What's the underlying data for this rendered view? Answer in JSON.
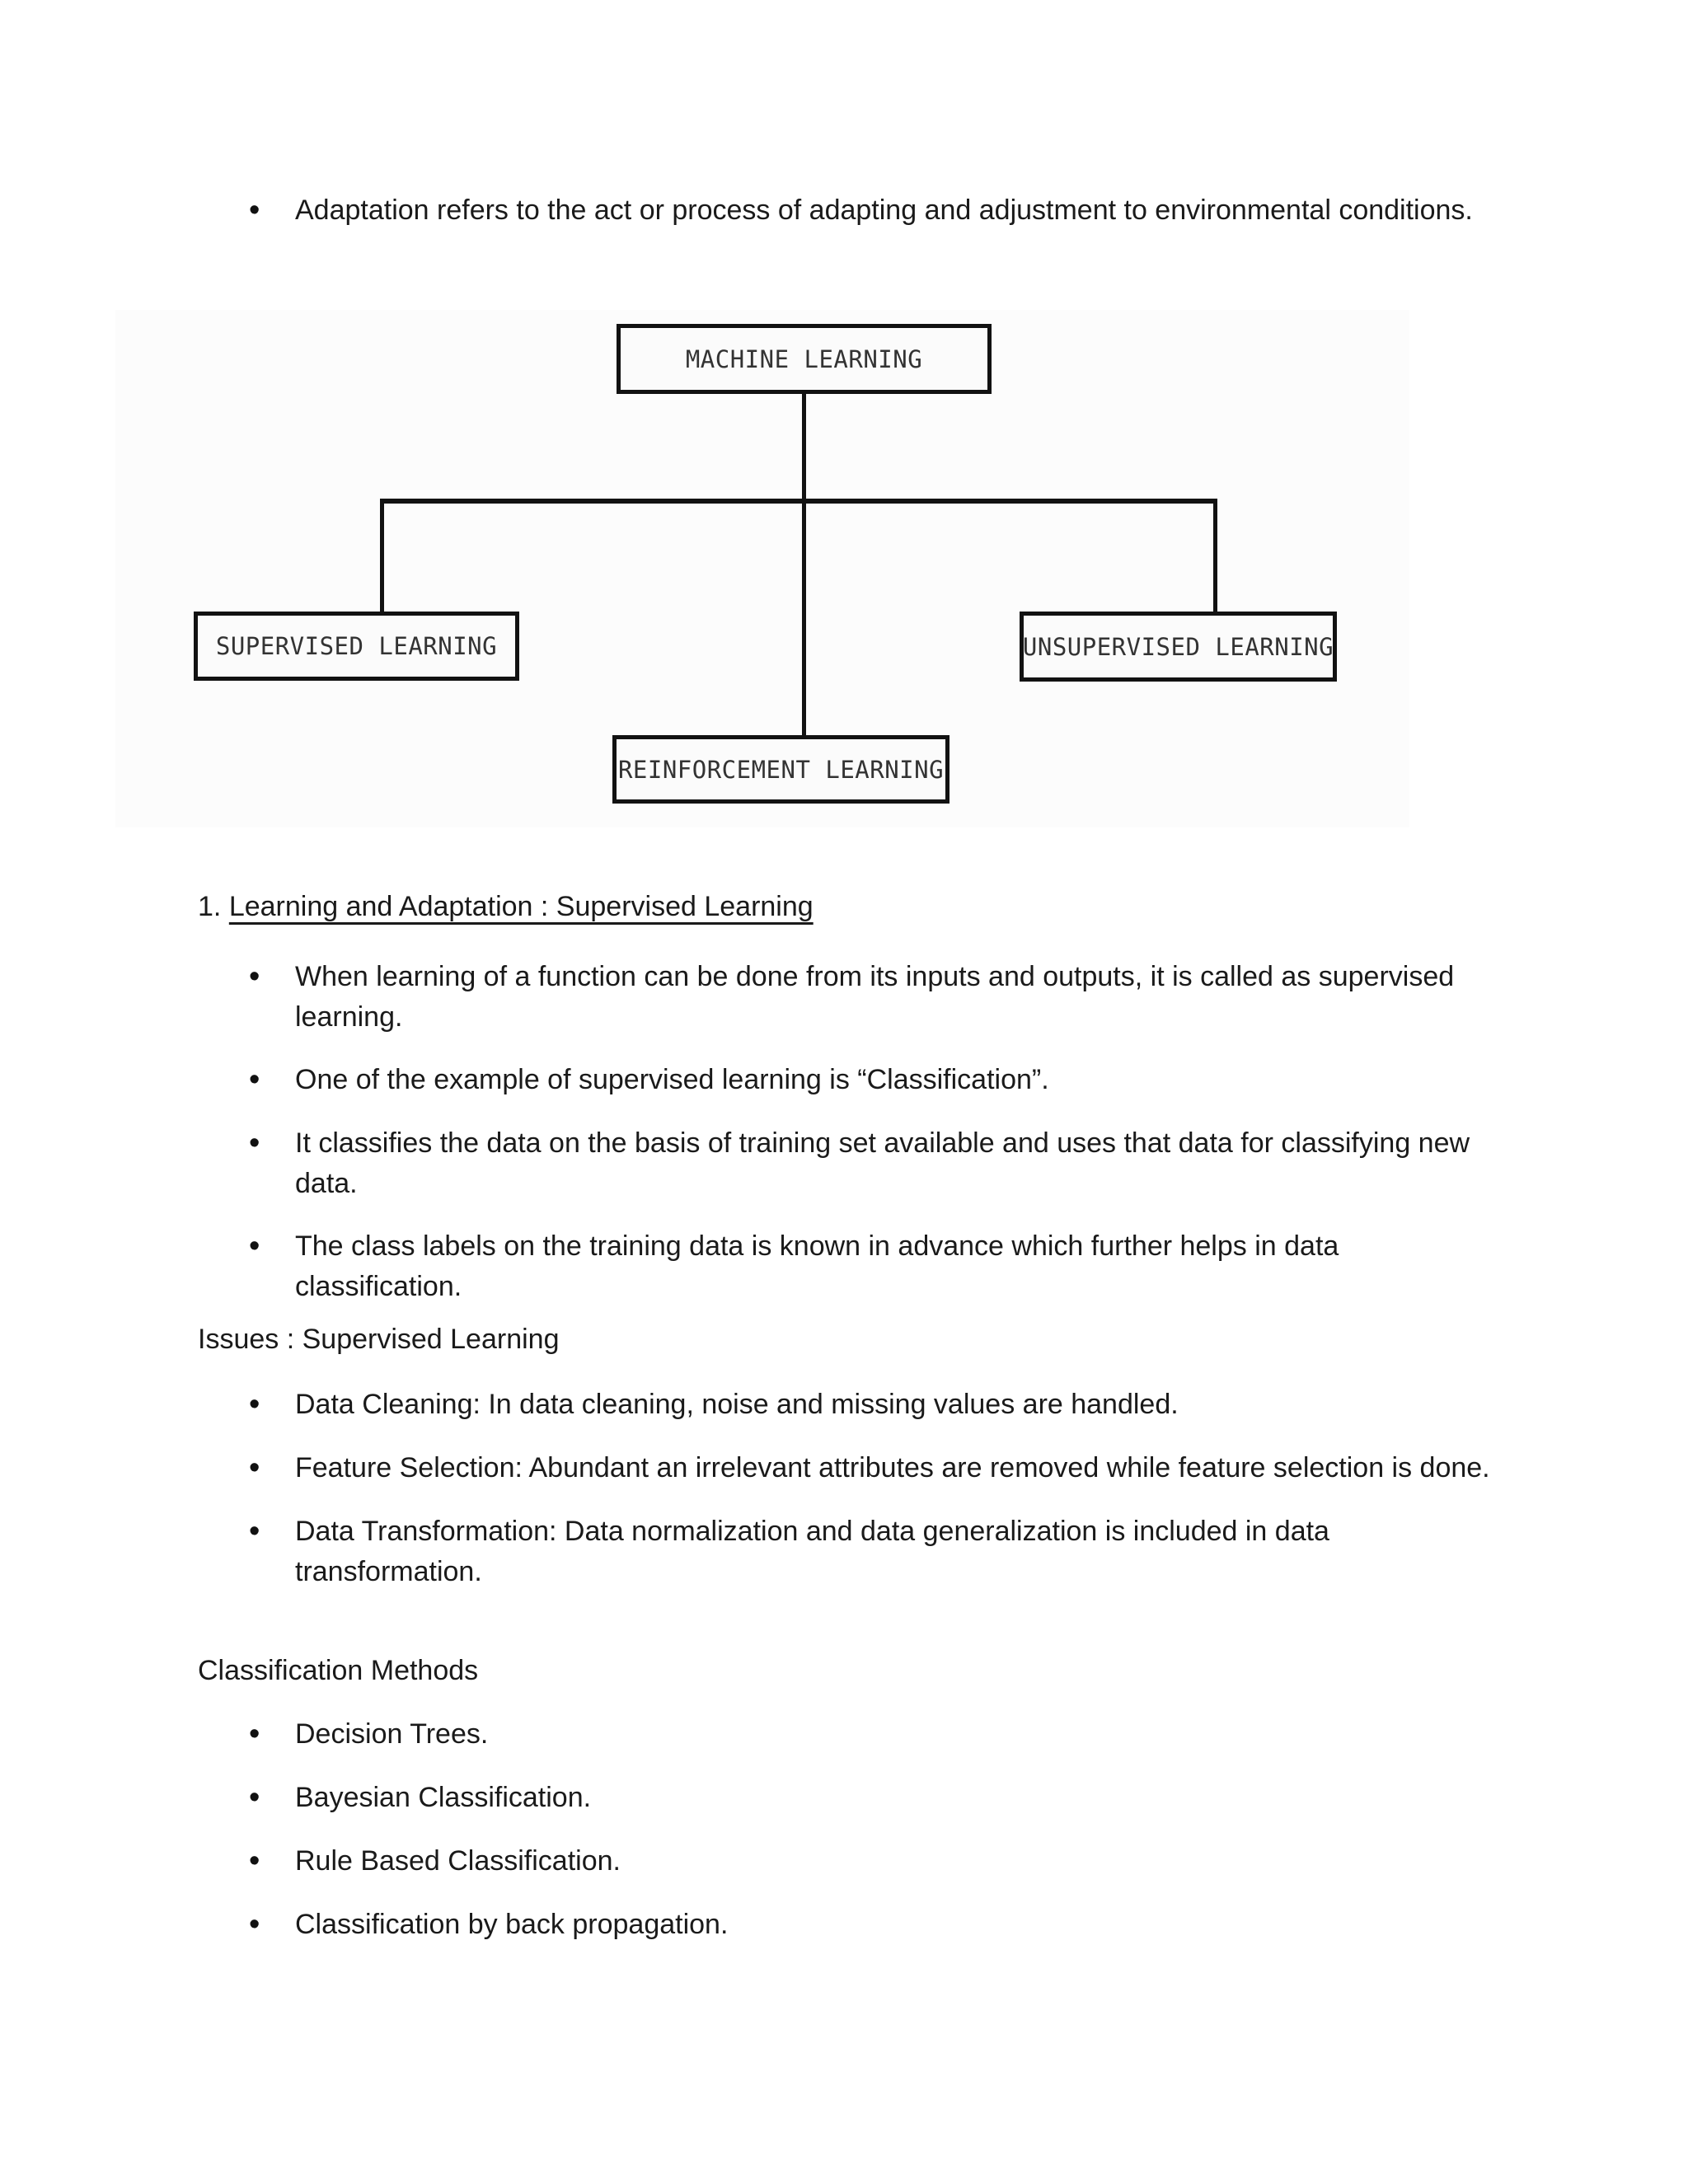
{
  "intro": {
    "bullet": "Adaptation refers to the act or process of adapting and adjustment to environmental conditions."
  },
  "diagram": {
    "root_label": "MACHINE LEARNING",
    "supervised_label": "SUPERVISED LEARNING",
    "unsupervised_label": "UNSUPERVISED LEARNING",
    "reinforcement_label": "REINFORCEMENT LEARNING"
  },
  "section_supervised": {
    "number": "1.",
    "title": "Learning and Adaptation : Supervised Learning",
    "bullets": [
      "When learning of a function can be done from its inputs and outputs, it is called as supervised learning.",
      "One of the example of supervised learning is “Classification”.",
      "It classifies the data on the basis of training set available and uses that data for classifying new data.",
      "The class labels on the training data is known in advance which further helps in data classification."
    ]
  },
  "issues_supervised": {
    "heading": "Issues : Supervised Learning",
    "bullets": [
      "Data Cleaning: In data cleaning, noise and missing values are handled.",
      "Feature Selection: Abundant an irrelevant attributes are removed while feature selection is done.",
      "Data Transformation: Data normalization and data generalization is included in data transformation."
    ]
  },
  "classification_methods": {
    "heading": "Classification Methods",
    "bullets": [
      "Decision Trees.",
      "Bayesian Classification.",
      "Rule Based Classification.",
      "Classification by back propagation."
    ]
  },
  "colors": {
    "text": "#1a1a1a",
    "diagram_border": "#121212",
    "background": "#ffffff"
  }
}
